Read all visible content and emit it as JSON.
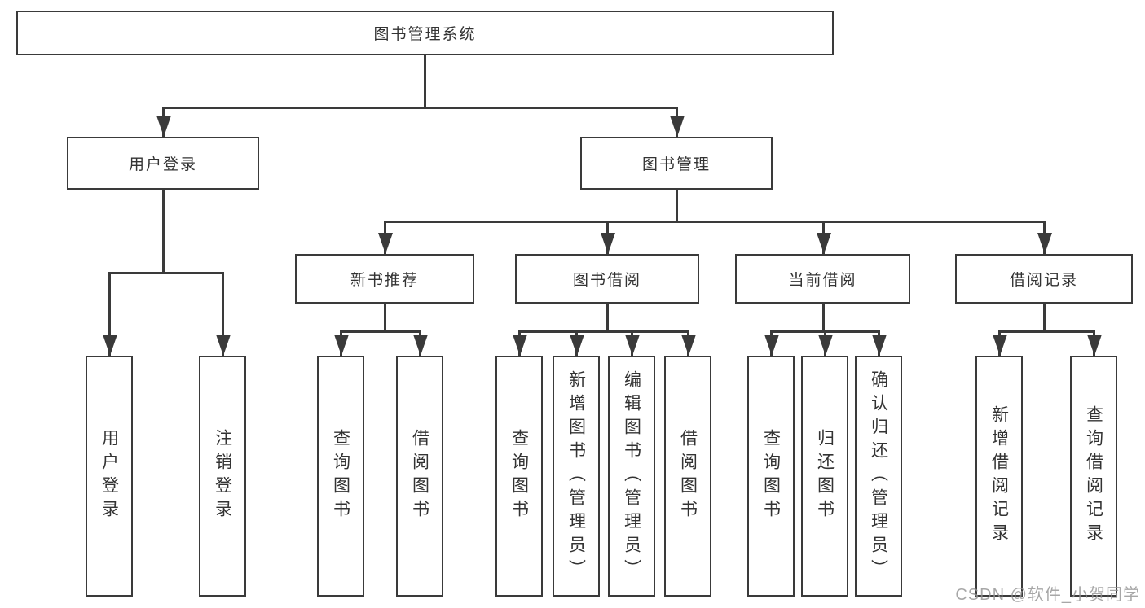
{
  "tree": {
    "label": "图书管理系统",
    "children": [
      {
        "label": "用户登录",
        "children": [
          {
            "label": "用户登录"
          },
          {
            "label": "注销登录"
          }
        ]
      },
      {
        "label": "图书管理",
        "children": [
          {
            "label": "新书推荐",
            "children": [
              {
                "label": "查询图书"
              },
              {
                "label": "借阅图书"
              }
            ]
          },
          {
            "label": "图书借阅",
            "children": [
              {
                "label": "查询图书"
              },
              {
                "label": "新增图书（管理员）"
              },
              {
                "label": "编辑图书（管理员）"
              },
              {
                "label": "借阅图书"
              }
            ]
          },
          {
            "label": "当前借阅",
            "children": [
              {
                "label": "查询图书"
              },
              {
                "label": "归还图书"
              },
              {
                "label": "确认归还（管理员）"
              }
            ]
          },
          {
            "label": "借阅记录",
            "children": [
              {
                "label": "新增借阅记录"
              },
              {
                "label": "查询借阅记录"
              }
            ]
          }
        ]
      }
    ]
  },
  "watermark": "CSDN @软件_小贺同学",
  "colors": {
    "line": "#3a3a3a",
    "text": "#333333",
    "background": "#ffffff",
    "watermark": "#949494"
  }
}
